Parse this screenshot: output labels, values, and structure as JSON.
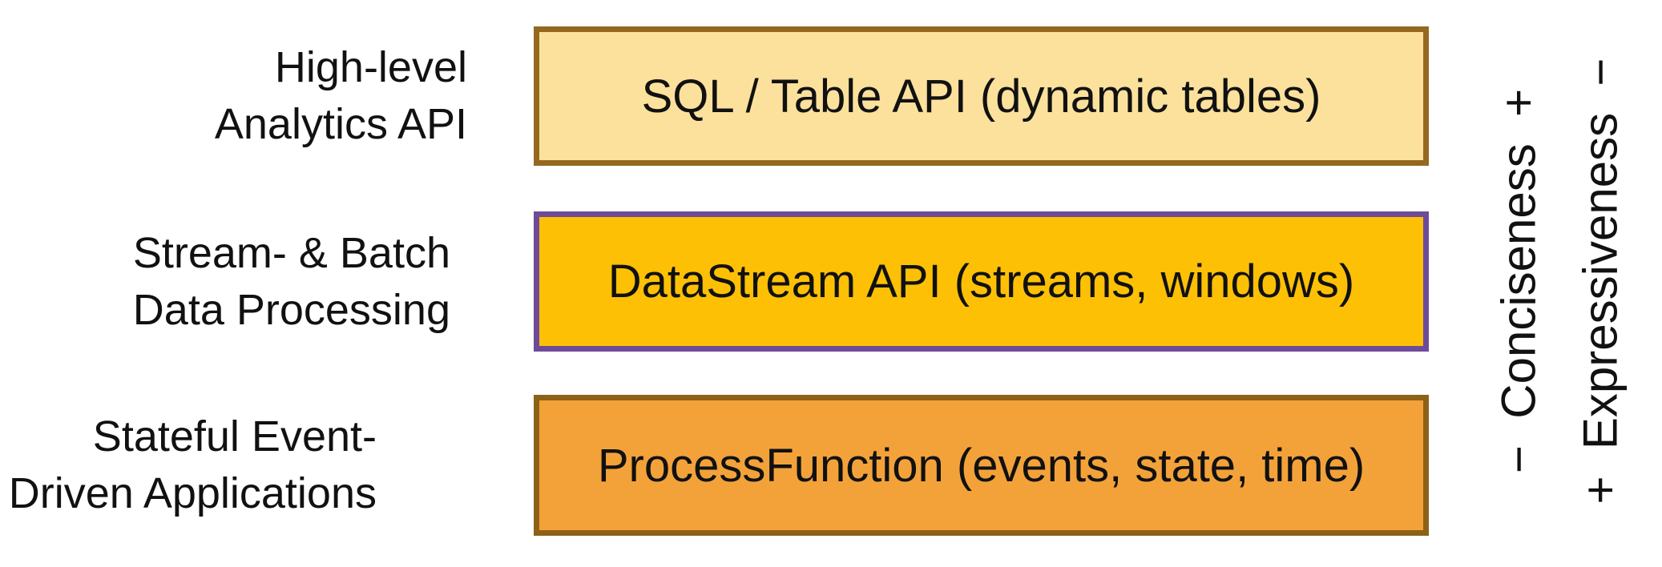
{
  "diagram": {
    "title_hint": "API layer stack diagram",
    "text_color": "#111111",
    "background_color": "#ffffff",
    "rows": [
      {
        "label_lines": [
          "High-level",
          "Analytics API"
        ],
        "box_text": "SQL / Table API (dynamic tables)",
        "fill_color": "#FBE19C",
        "border_color": "#95681F"
      },
      {
        "label_lines": [
          "Stream- & Batch",
          "Data Processing"
        ],
        "box_text": "DataStream API (streams, windows)",
        "fill_color": "#FDC005",
        "border_color": "#6E4B99"
      },
      {
        "label_lines": [
          "Stateful Event-",
          "Driven Applications"
        ],
        "box_text": "ProcessFunction (events, state, time)",
        "fill_color": "#F3A23A",
        "border_color": "#8D6118"
      }
    ],
    "axes": [
      {
        "label": "−  Conciseness  +"
      },
      {
        "label": "+  Expressiveness  −"
      }
    ]
  }
}
